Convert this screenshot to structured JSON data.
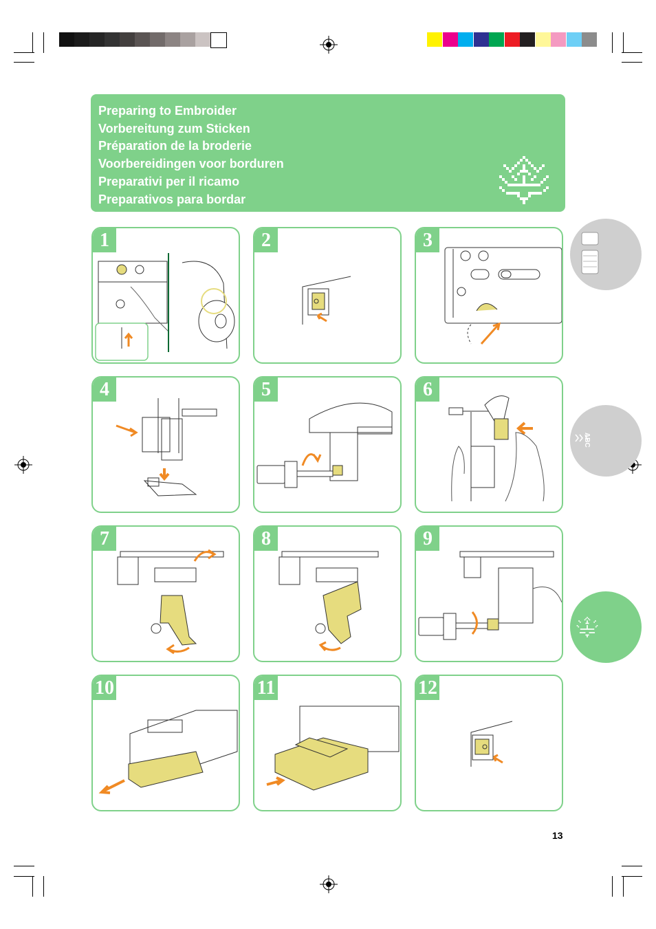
{
  "colors": {
    "accent_green": "#7fd18a",
    "tab_gray": "#cfcfcf",
    "accent_orange": "#f08a24",
    "part_yellow": "#e6dc7e"
  },
  "print_marks": {
    "gray_bar": [
      "#111111",
      "#1b1b1b",
      "#262626",
      "#333333",
      "#433f3e",
      "#5a5453",
      "#726b6a",
      "#8c8483",
      "#a9a1a0",
      "#cbc3c2",
      "#ffffff"
    ],
    "color_bar": [
      "#fff200",
      "#ec008c",
      "#00aeef",
      "#2e3192",
      "#00a651",
      "#ed1c24",
      "#231f20",
      "#fff799",
      "#f49ac1",
      "#6dcff6",
      "#8c8c8c"
    ]
  },
  "header": {
    "titles": [
      "Preparing to Embroider",
      "Vorbereitung zum Sticken",
      "Préparation de la broderie",
      "Voorbereidingen voor borduren",
      "Preparativi per il ricamo",
      "Preparativos para bordar"
    ],
    "icon": "embroidery-flower-icon"
  },
  "steps": [
    {
      "number": "1",
      "illustration": "needle-up-button-and-handwheel"
    },
    {
      "number": "2",
      "illustration": "power-switch-off"
    },
    {
      "number": "3",
      "illustration": "raise-presser-foot-lever"
    },
    {
      "number": "4",
      "illustration": "remove-presser-foot"
    },
    {
      "number": "5",
      "illustration": "loosen-presser-foot-holder-screw"
    },
    {
      "number": "6",
      "illustration": "hold-embroidery-foot-lever"
    },
    {
      "number": "7",
      "illustration": "attach-embroidery-foot"
    },
    {
      "number": "8",
      "illustration": "position-embroidery-foot"
    },
    {
      "number": "9",
      "illustration": "tighten-screw-with-screwdriver"
    },
    {
      "number": "10",
      "illustration": "remove-flat-bed-attachment"
    },
    {
      "number": "11",
      "illustration": "attach-embroidery-unit"
    },
    {
      "number": "12",
      "illustration": "power-switch-on"
    }
  ],
  "side_tabs": [
    {
      "icon": "thread-spool-icon",
      "state": "inactive"
    },
    {
      "icon": "stitch-patterns-icon",
      "state": "inactive",
      "text": "ABC"
    },
    {
      "icon": "embroidery-flower-icon",
      "state": "active"
    }
  ],
  "page_number": "13"
}
